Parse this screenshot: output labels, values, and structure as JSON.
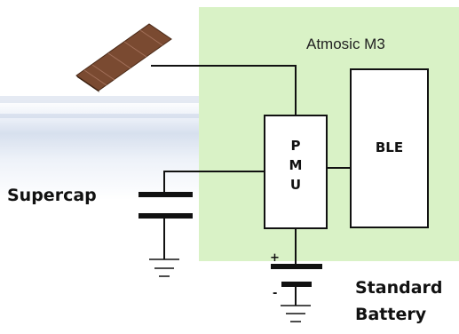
{
  "chip": {
    "title": "Atmosic M3"
  },
  "pmu": {
    "letters": [
      "P",
      "M",
      "U"
    ]
  },
  "ble": {
    "label": "BLE"
  },
  "supercap": {
    "label": "Supercap"
  },
  "battery": {
    "label_line1": "Standard",
    "label_line2": "Battery",
    "plus": "+",
    "minus": "-"
  },
  "colors": {
    "chip_fill": "#d9f2c6",
    "wire": "#111111",
    "panel": "#8a5a3c"
  }
}
